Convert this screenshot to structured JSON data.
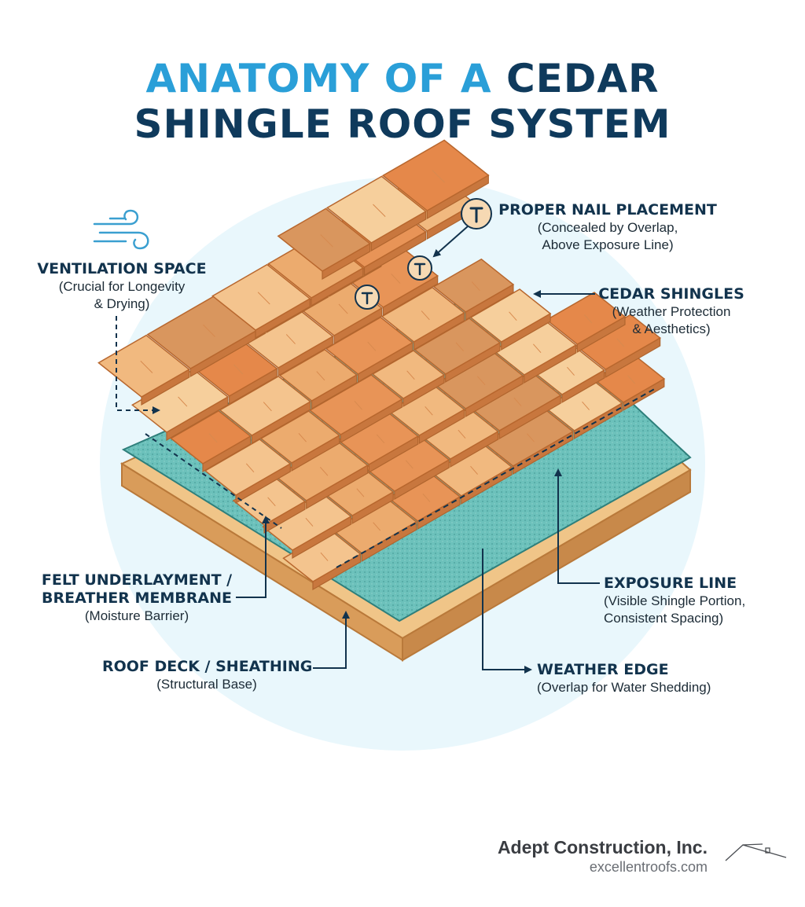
{
  "title": {
    "line1_accent": "ANATOMY OF A",
    "line1_rest": "CEDAR",
    "line2": "SHINGLE ROOF SYSTEM"
  },
  "labels": {
    "ventilation": {
      "heading": "VENTILATION SPACE",
      "sub1": "(Crucial for Longevity",
      "sub2": "& Drying)"
    },
    "nail": {
      "heading": "PROPER NAIL PLACEMENT",
      "sub1": "(Concealed by Overlap,",
      "sub2": "Above Exposure Line)"
    },
    "shingles": {
      "heading": "CEDAR SHINGLES",
      "sub1": "(Weather Protection",
      "sub2": "& Aesthetics)"
    },
    "felt": {
      "heading1": "FELT UNDERLAYMENT /",
      "heading2": "BREATHER MEMBRANE",
      "sub1": "(Moisture Barrier)"
    },
    "exposure": {
      "heading": "EXPOSURE LINE",
      "sub1": "(Visible Shingle Portion,",
      "sub2": "Consistent Spacing)"
    },
    "deck": {
      "heading": "ROOF DECK / SHEATHING",
      "sub1": "(Structural Base)"
    },
    "weather": {
      "heading": "WEATHER EDGE",
      "sub1": "(Overlap for Water Shedding)"
    }
  },
  "brand": {
    "name": "Adept Construction, Inc.",
    "url": "excellentroofs.com"
  },
  "colors": {
    "navy": "#0f3a5c",
    "accent_blue": "#2a9fd8",
    "membrane": "#5fb8b3",
    "deck": "#e4ae6d",
    "shingle_light": "#f4c48e",
    "shingle_dark": "#e48a48",
    "halo": "#e9f7fc"
  },
  "icons": [
    "wind-icon",
    "nail-icon",
    "house-outline-icon"
  ]
}
